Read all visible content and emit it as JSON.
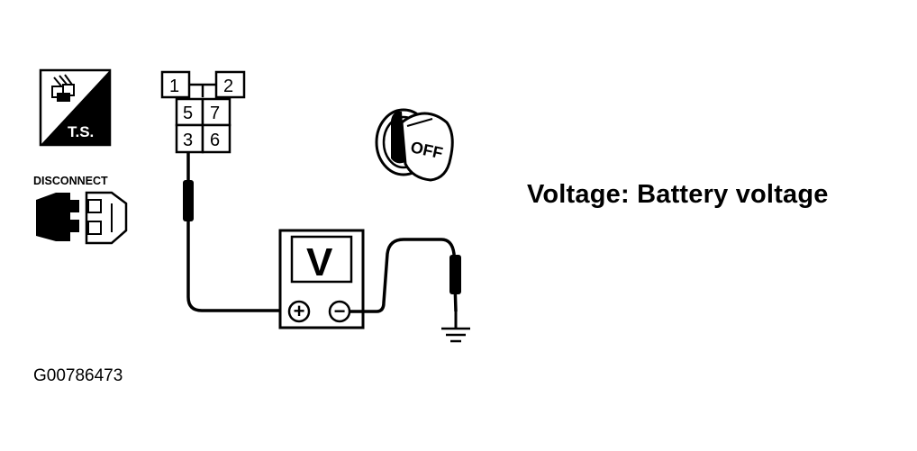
{
  "ts_icon": {
    "label": "T.S."
  },
  "disconnect_icon": {
    "label": "DISCONNECT"
  },
  "connector": {
    "terminals": [
      "1",
      "2",
      "5",
      "7",
      "3",
      "6"
    ]
  },
  "ignition_switch": {
    "position_label": "OFF"
  },
  "voltmeter": {
    "symbol": "V",
    "positive": "+",
    "negative": "−"
  },
  "measurement": {
    "text": "Voltage: Battery voltage"
  },
  "figure": {
    "id": "G00786473"
  }
}
